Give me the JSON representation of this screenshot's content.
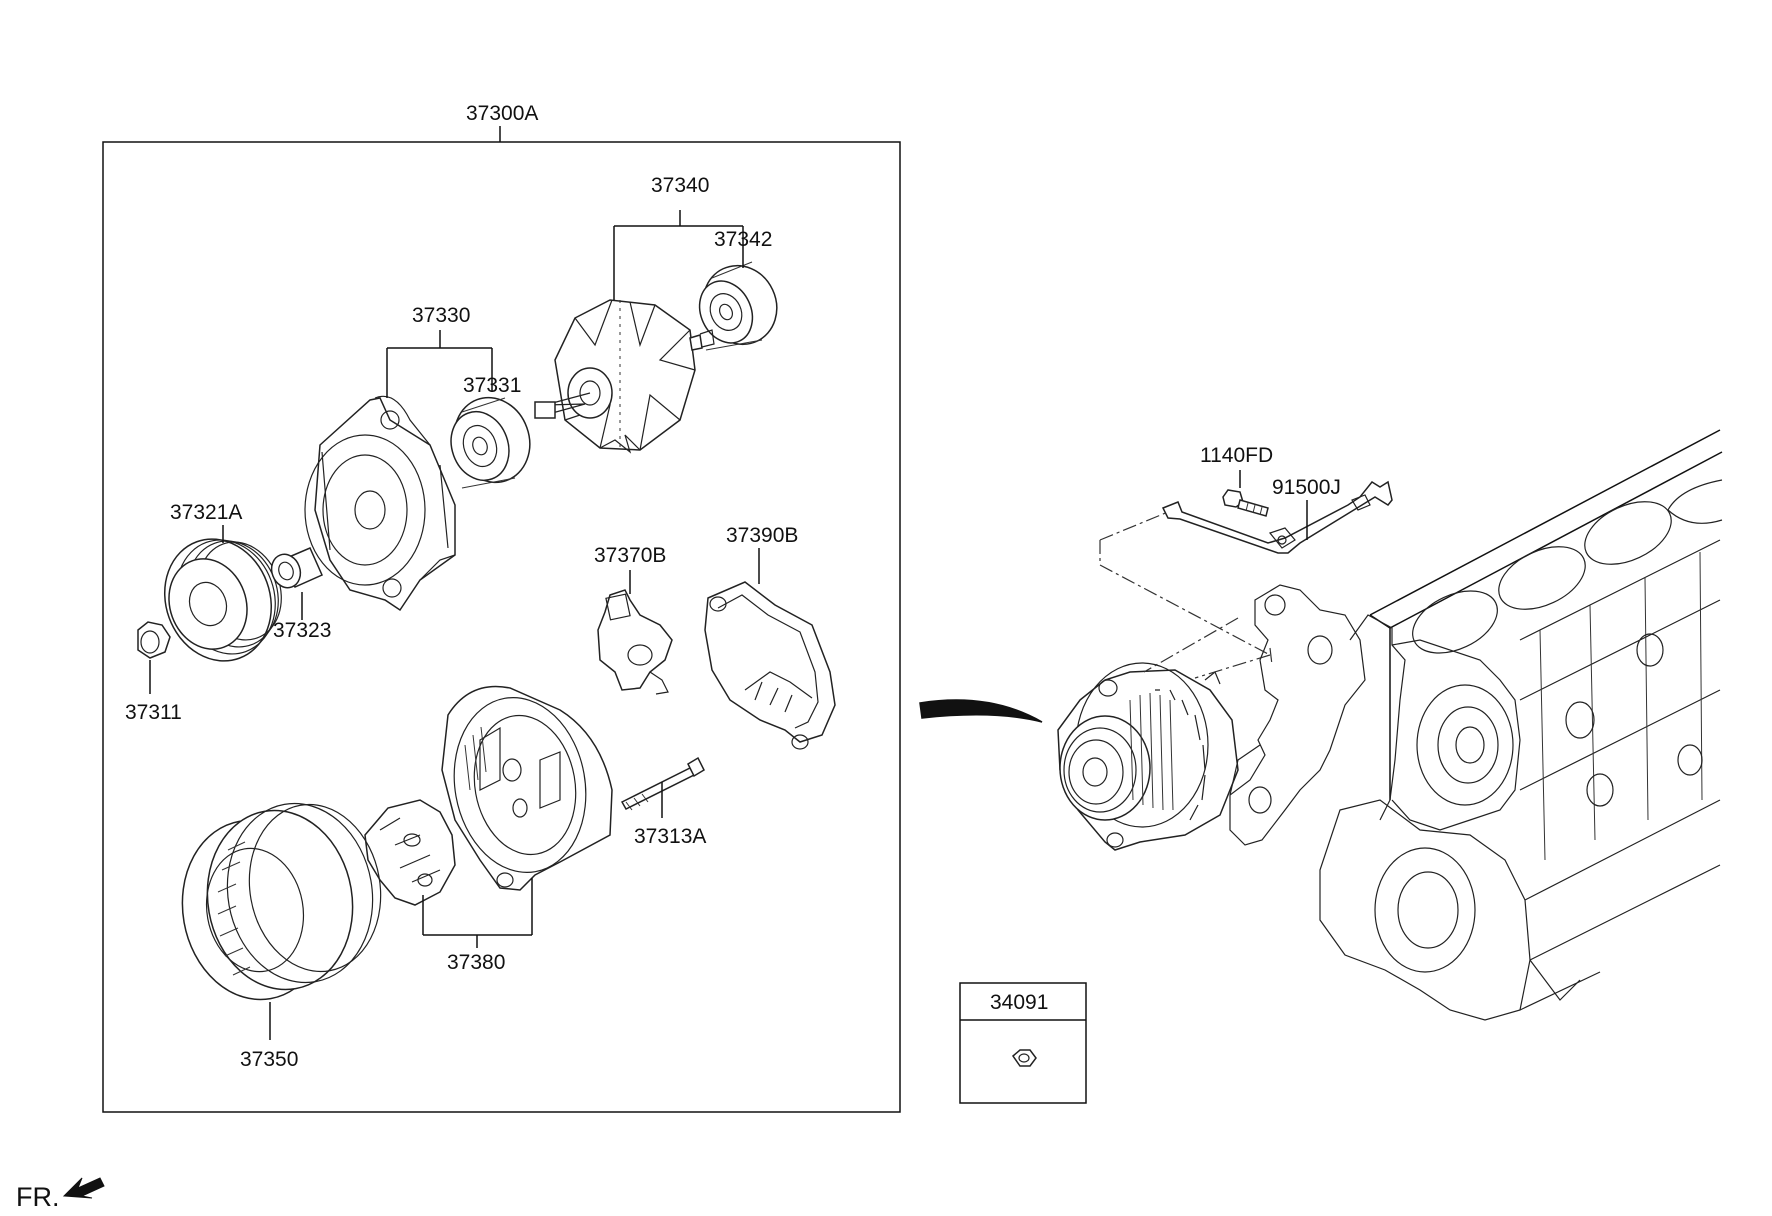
{
  "diagram": {
    "parts": {
      "assembly": "37300A",
      "rotor": "37340",
      "rotor_bearing": "37342",
      "front_bracket": "37330",
      "front_bearing": "37331",
      "pulley": "37321A",
      "spacer": "37323",
      "nut": "37311",
      "regulator": "37370B",
      "rear_cover": "37390B",
      "bolt": "37313A",
      "rear_bracket": "37380",
      "stator": "37350",
      "mount_bolt": "1140FD",
      "wiring_bracket": "91500J",
      "kit": "34091"
    },
    "direction_label": "FR."
  }
}
